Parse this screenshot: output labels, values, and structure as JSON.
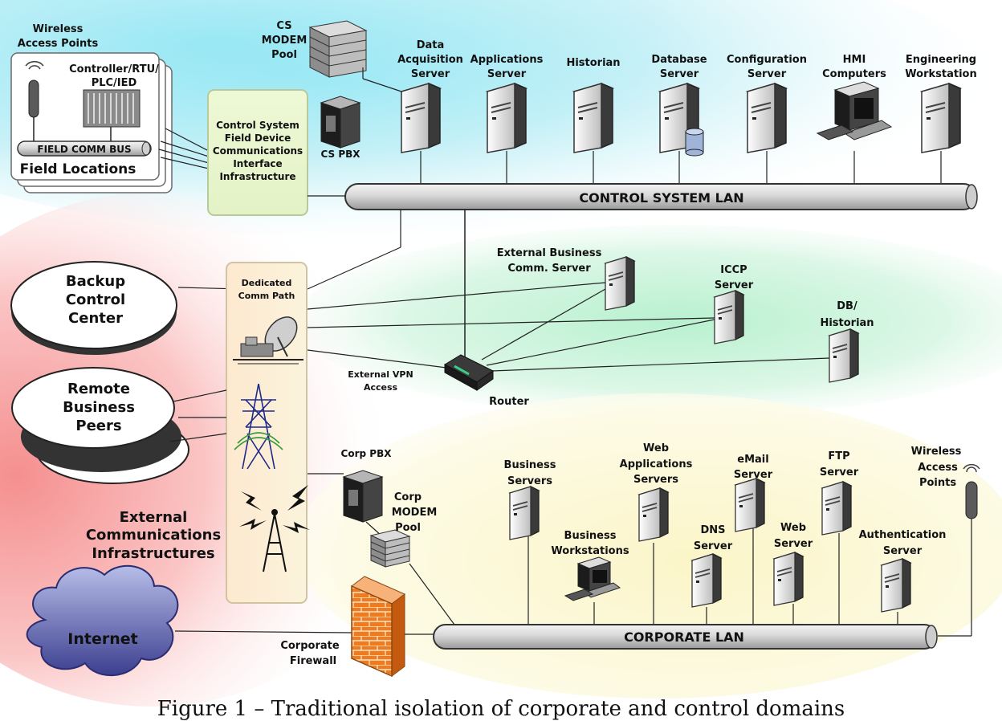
{
  "caption": "Figure 1 – Traditional isolation of corporate and control domains",
  "control_zone": {
    "field": {
      "wireless_ap": [
        "Wireless",
        "Access Points"
      ],
      "controller": [
        "Controller/RTU/",
        "PLC/IED"
      ],
      "bus": "FIELD COMM BUS",
      "title": "Field Locations"
    },
    "cs_modem": [
      "CS",
      "MODEM",
      "Pool"
    ],
    "cs_pbx": "CS PBX",
    "infra": [
      "Control System",
      "Field Device",
      "Communications",
      "Interface",
      "Infrastructure"
    ],
    "servers": [
      {
        "lines": [
          "Data",
          "Acquisition",
          "Server"
        ]
      },
      {
        "lines": [
          "Applications",
          "Server"
        ]
      },
      {
        "lines": [
          "Historian"
        ]
      },
      {
        "lines": [
          "Database",
          "Server"
        ]
      },
      {
        "lines": [
          "Configuration",
          "Server"
        ]
      },
      {
        "lines": [
          "HMI",
          "Computers"
        ]
      },
      {
        "lines": [
          "Engineering",
          "Workstation"
        ]
      }
    ],
    "lan": "CONTROL SYSTEM LAN"
  },
  "dmz": {
    "ext_business": [
      "External Business",
      "Comm. Server"
    ],
    "iccp": [
      "ICCP",
      "Server"
    ],
    "db_historian": [
      "DB/",
      "Historian"
    ],
    "vpn": [
      "External VPN",
      "Access"
    ],
    "router": "Router",
    "dedicated": [
      "Dedicated",
      "Comm Path"
    ]
  },
  "external": {
    "backup": [
      "Backup",
      "Control",
      "Center"
    ],
    "remote": [
      "Remote",
      "Business",
      "Peers"
    ],
    "title": [
      "External",
      "Communications",
      "Infrastructures"
    ],
    "internet": "Internet"
  },
  "corporate": {
    "corp_pbx": "Corp PBX",
    "corp_modem": [
      "Corp",
      "MODEM",
      "Pool"
    ],
    "business_servers": [
      "Business",
      "Servers"
    ],
    "business_workstations": [
      "Business",
      "Workstations"
    ],
    "web_app": [
      "Web",
      "Applications",
      "Servers"
    ],
    "dns": [
      "DNS",
      "Server"
    ],
    "email": [
      "eMail",
      "Server"
    ],
    "web_server": [
      "Web",
      "Server"
    ],
    "ftp": [
      "FTP",
      "Server"
    ],
    "auth": [
      "Authentication",
      "Server"
    ],
    "wireless": [
      "Wireless",
      "Access",
      "Points"
    ],
    "firewall": [
      "Corporate",
      "Firewall"
    ],
    "lan": "CORPORATE LAN"
  }
}
